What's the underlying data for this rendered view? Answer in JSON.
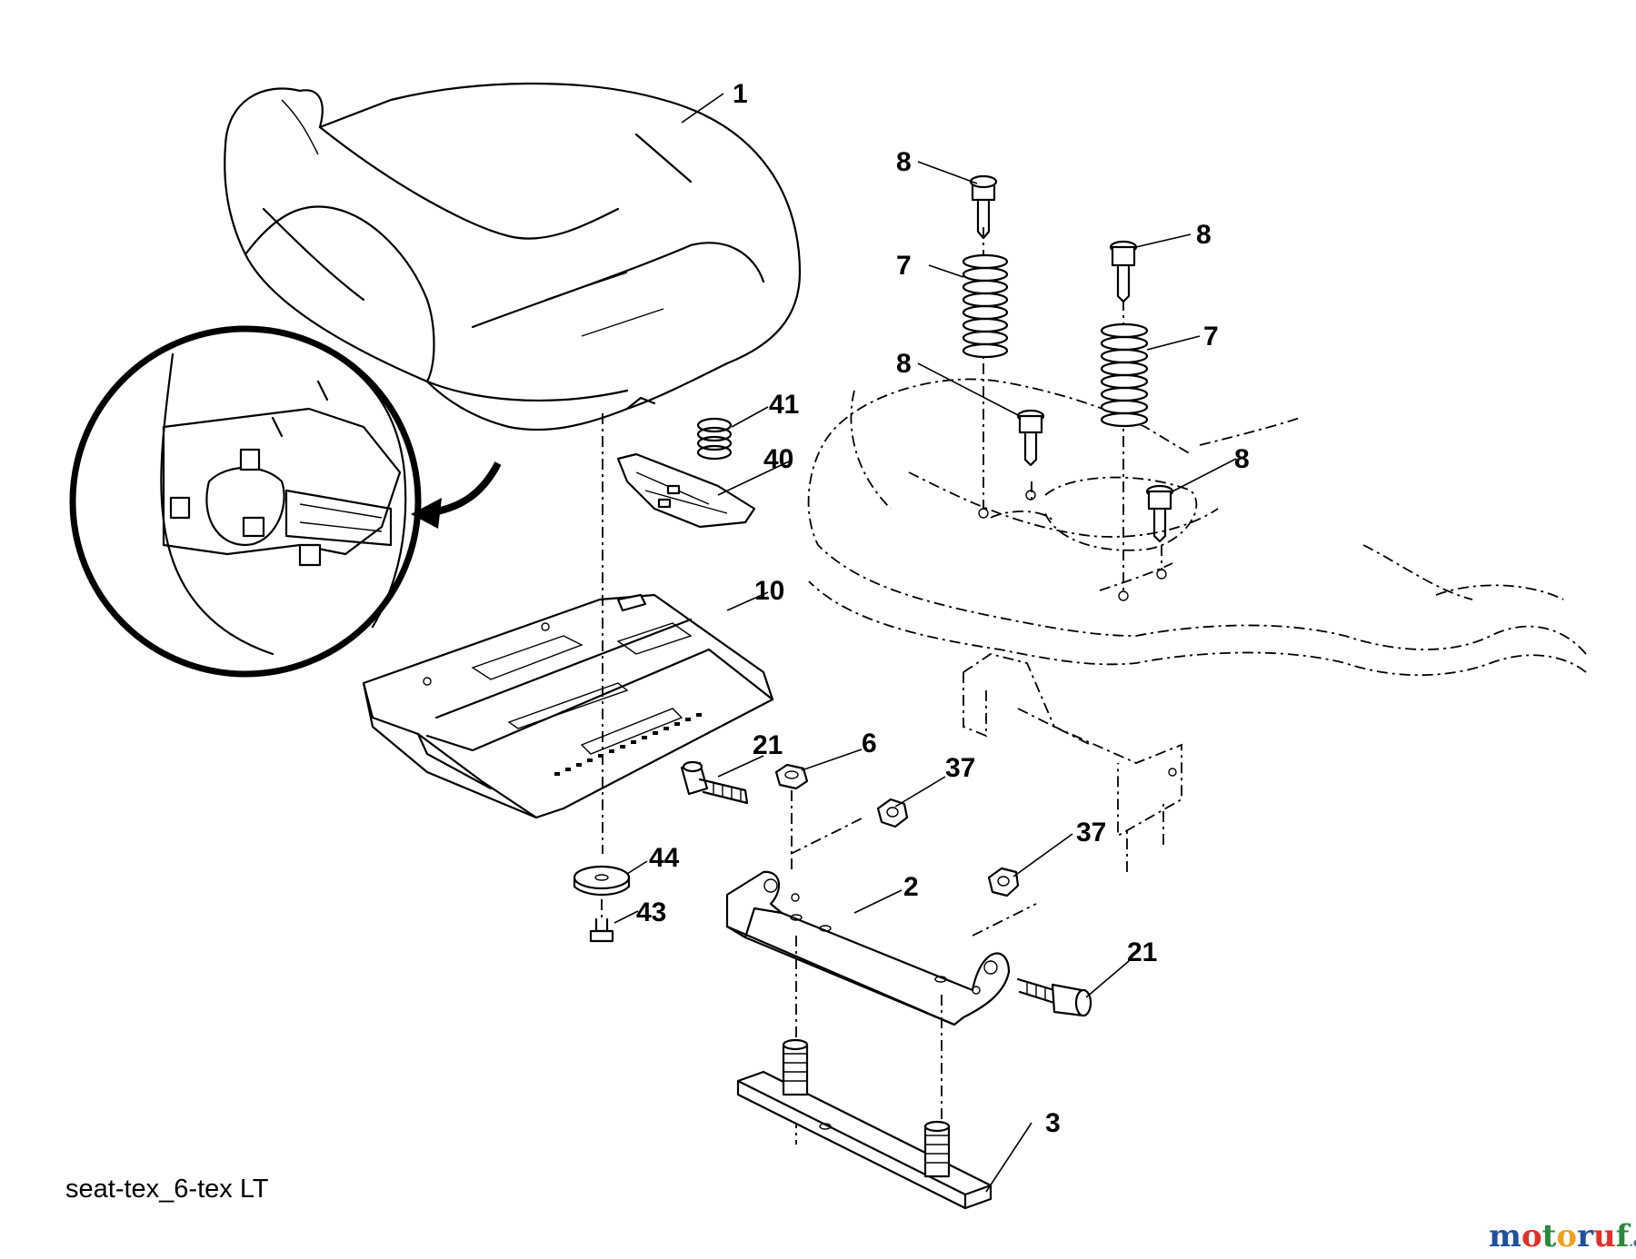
{
  "callouts": {
    "c1": "1",
    "c8a": "8",
    "c8b": "8",
    "c8c": "8",
    "c8d": "8",
    "c7a": "7",
    "c7b": "7",
    "c41": "41",
    "c40": "40",
    "c10": "10",
    "c21a": "21",
    "c21b": "21",
    "c6": "6",
    "c37a": "37",
    "c37b": "37",
    "c44": "44",
    "c43": "43",
    "c2": "2",
    "c3": "3"
  },
  "caption": "seat-tex_6-tex LT",
  "watermark": {
    "letters": [
      "m",
      "o",
      "t",
      "o",
      "r",
      "u",
      "f"
    ],
    "colors": [
      "#1f4fa0",
      "#e0302a",
      "#2a8a3a",
      "#f0a020",
      "#1f4fa0",
      "#e0302a",
      "#2a8a3a"
    ],
    "tld": ".de"
  }
}
